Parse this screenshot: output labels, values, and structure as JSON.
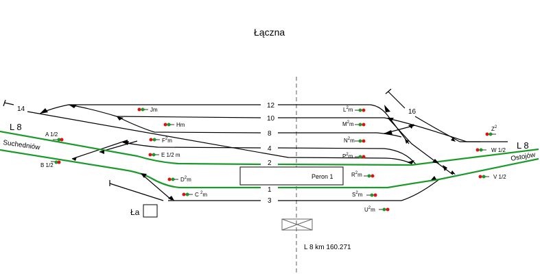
{
  "title": "Łączna",
  "line_left": {
    "label": "L 8",
    "direction": "Suchedniów"
  },
  "line_right": {
    "label": "L 8",
    "direction": "Ostojów"
  },
  "km_label": "L 8  km  160.271",
  "platform": "Peron 1",
  "building": "Ła",
  "track_numbers": [
    "12",
    "10",
    "8",
    "4",
    "2",
    "1",
    "3"
  ],
  "siding_labels": [
    "14",
    "16"
  ],
  "signals": {
    "A": "A 1/2",
    "B": "B 1/2",
    "Jm": "Jm",
    "Hm": "Hm",
    "F": "F",
    "E": "E 1/2 m",
    "D": "D",
    "C": "C ",
    "L": "L",
    "M": "M",
    "N": "N",
    "P": "P",
    "R": "R",
    "S": "S",
    "U": "U",
    "Z": "Z",
    "W": "W 1/2",
    "V": "V 1/2",
    "sup": "2",
    "m": "m"
  },
  "colors": {
    "main_track": "#1a9a2a",
    "signal_red": "#e01010",
    "signal_green": "#1a9a2a"
  }
}
